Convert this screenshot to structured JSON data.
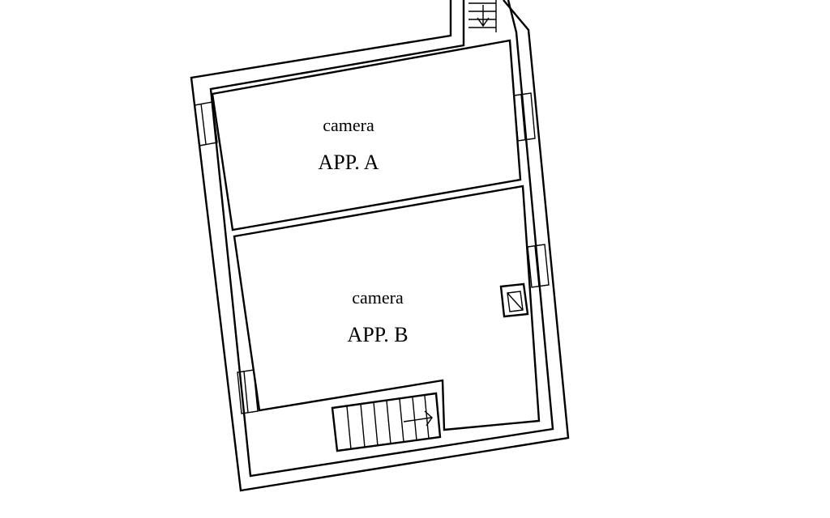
{
  "rooms": [
    {
      "id": "a",
      "name": "camera",
      "unit": "APP. A"
    },
    {
      "id": "b",
      "name": "camera",
      "unit": "APP. B"
    }
  ],
  "colors": {
    "background": "#ffffff",
    "lines": "#000000"
  },
  "icons": [
    "staircase-icon",
    "stair-direction-arrow-icon",
    "shaft-icon",
    "window-icon"
  ]
}
